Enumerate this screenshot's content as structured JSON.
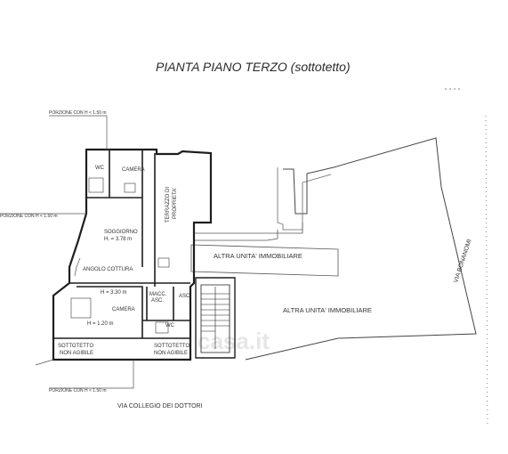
{
  "title": "PIANTA PIANO TERZO (sottotetto)",
  "watermark": "casa.it",
  "notes": {
    "top": "PORZIONE CON H < 1.50 m",
    "left": "PORZIONE CON H < 1.50 m",
    "bottom": "PORZIONE CON H < 1.50 m"
  },
  "rooms": {
    "wc_top": "WC",
    "camera_top": "CAMERA",
    "terrazzo_1": "TERRAZZO DI",
    "terrazzo_2": "PROPRIETA'",
    "soggiorno": "SOGGIORNO",
    "soggiorno_h": "H. = 3.78 m",
    "angolo_cottura": "ANGOLO COTTURA",
    "camera_bottom_h": "H = 3.30 m",
    "camera_bottom": "CAMERA",
    "wc_bottom_h": "H = 1.20 m",
    "wc_bottom": "WC",
    "macc_1": "MACC.",
    "macc_2": "ASC.",
    "asc": "ASC.",
    "sottotetto_1a": "SOTTOTETTO",
    "sottotetto_1b": "NON AGIBILE",
    "sottotetto_2a": "SOTTOTETTO",
    "sottotetto_2b": "NON AGIBILE"
  },
  "units": {
    "unit_1": "ALTRA UNITA' IMMOBILIARE",
    "unit_2": "ALTRA UNITA' IMMOBILIARE"
  },
  "streets": {
    "bonanomi": "VIA BONANOMI",
    "collegio": "VIA COLLEGIO DEI DOTTORI"
  }
}
